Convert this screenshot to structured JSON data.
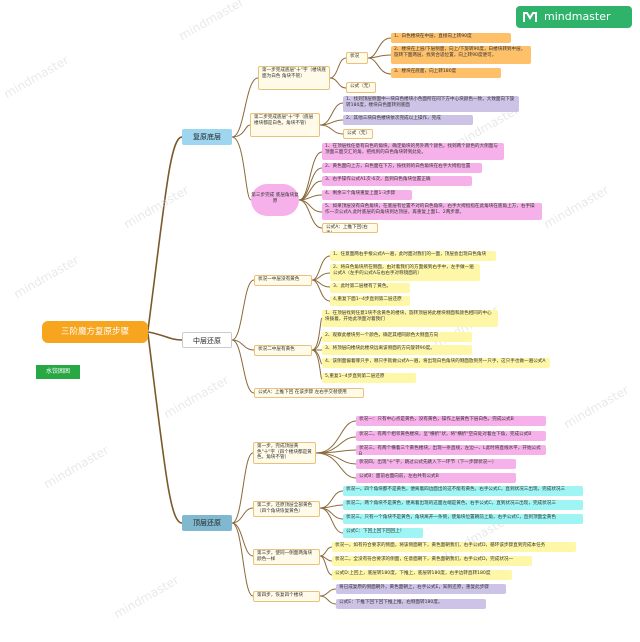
{
  "brand": {
    "name": "mindmaster",
    "icon": "mindmaster-logo-icon",
    "color": "#2fb36a"
  },
  "watermark": "mindmaster",
  "root": {
    "label": "三阶魔方复原步骤",
    "color": "#f7a51e"
  },
  "tag": {
    "label": "水饺困困",
    "color": "#28a745"
  },
  "sections": [
    {
      "label": "复原底层",
      "color": "#9ed6f0"
    },
    {
      "label": "中层还原",
      "color": "#ffffff"
    },
    {
      "label": "顶层还原",
      "color": "#7fb8cf"
    }
  ],
  "s1": {
    "step1": "第一步完成底层\"十\"字（楼块底面为白色 角块不管）",
    "status": "状况",
    "items": [
      "1、白色楼块在中层，直接向上转90度",
      "2、楼块在上层/下层侧面，向上/下旋转90度，白楼块转到中层，旋转下面两层，找到合适位置，向上转90度便可。",
      "3、楼块在底面，向上转180度"
    ],
    "formula": "公式（无）",
    "step2": "第二步完成底层\"十\"字（底层楼块都是白色，角块不管）",
    "step2_items": [
      "1、找到顶层侧面中一块白色楼块小色面所在同下方中心块颜色一致，大致面向下旋转180度，楼块白色面转到底面",
      "2、其他三块白色楼块依次完成以上操作，完成"
    ],
    "step2_formula": "公式（无）",
    "step3": "第三步完成 底层角块复原",
    "step3_items": [
      "1、在顶层找任意有白色的角块，确定角块的另外两个颜色，找到两个颜色的大侧面与顶面三面交汇的角，把找到的白色角块转到此处。",
      "2、黄色面向上方，白色面在下方，按找到的白色角块在右手大拇指位置",
      "3、右手操作公式A1次-6次，直到白色角块位置正确",
      "4、剩余三个角块重复上面1-3步骤",
      "5、如果顶层没有白色角块，在底层有位置不对的白色角块，右手大拇指指在此角块在底角上方，右手操作一次公式A,此时底层的白角块到达顶层，再重复上面1、2两步骤。"
    ],
    "step3_formula": "公式A：上推下回(右手)"
  },
  "s2": {
    "case1": "状况一中层没有黄色",
    "case1_items": [
      "1、任意面两右手根公式A一遍，此时面对我们的一面，顶层会出现白色角块",
      "2、将白色角块所在侧面，由对着我们的方面拨到右手中，左手做一遍公式A（左手的公式A与右右手对称镜面的）",
      "3、此时第二层楼有了黄色。",
      "4,重复下面1--4步直到第二层还原"
    ],
    "case2": "状况二中层有黄色",
    "case2_items": [
      "1、在顶层找到任意1块不含黄色的楼块，旋转顶层将此楼块侧面和颜色相同的中心块拨着，开始此项面对着我们",
      "2、观察此楼块另一个颜色，确定其相同颜色大侧面方向",
      "3、将顶层向楼块此楼块远离该侧面的方向旋转90度。",
      "4、该侧面偏着哪只手，哪只手就做公式A一遍，将出现白色角块的侧面放到另一只手，这只手也做一遍公式A",
      "5,重复1--4步直到第二层还原"
    ],
    "formula": "公式A：上推下回 在该步骤 左右手交替使用"
  },
  "s3": {
    "step1": "第一步，完成顶层黄色\"十\"字（四个楼块都是黄色，角块不管）",
    "step1_items": [
      "状况一：只有中心点是黄色，没有黄色，操作上层黄色下层白色，完成公式B",
      "状况二，有两个相邻黄色楼块，呈\"横折\"状，将\"横折\"空白处对着左下角，完成公式B",
      "状况三，有两个横着三个黄色楼块，出现一条直线，左边一、L此时将直线水平，开始公式B",
      "状况四，出现\"十\"字，跳过公式先跳入下一环节（下一步骤状况一）",
      "公式B：面前右面向前，左右共有公式B"
    ],
    "step2": "第二步，还原顶层全部黄色（四个角块恢复黄色）",
    "step2_items": [
      "状况一，四个角块都不是黄色，便离着四边面出的这不能有黄色，右手公式C，直到状况三出现，完成状况三",
      "状况二，两个角块不是黄色，便离着出现的这面左端是黄色，右手公式C，直到状况三出现，完成状况三",
      "状况三，只有一个角块不是黄色，角块离开一条侧，使角块位置朝前上角，右手公式C，直到顶面全黄色",
      "公式C：下回上回下回回上！"
    ],
    "step3": "第三步，使同一侧面两角块颜色一样",
    "step3_items": [
      "状况一，如有符合要求的侧面，将该侧面朝下，黄色面朝我们，右手公式D，循环该步骤直到完成本任务",
      "状况二，全没有符合要求的侧面，任意面朝下，黄色面朝我们，右手公式D，完成状况一",
      "公式D:上回上，底层转180度，下推上，底层转180度，右手边转直转180度"
    ],
    "step4": "第四步，恢复四个楼块",
    "step4_items": [
      "将已成复原的侧面朝外，黄色面朝上，右手公式E，知到还原，重复此步骤",
      "公式E：下推下回下回下推上推，右侧面转180度。"
    ]
  }
}
